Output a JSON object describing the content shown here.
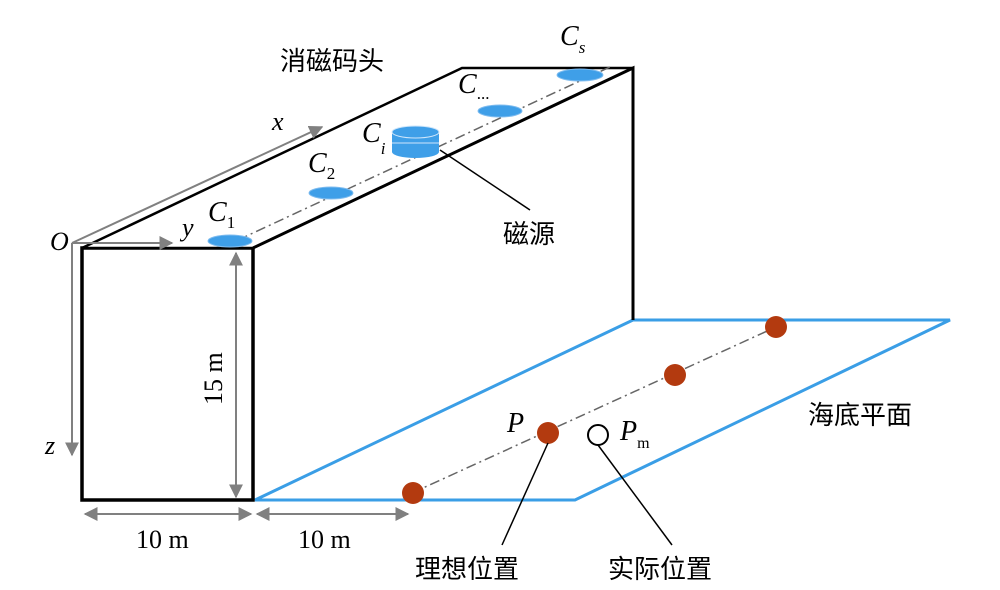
{
  "labels": {
    "wharf": "消磁码头",
    "magnetic_source": "磁源",
    "seabed": "海底平面",
    "ideal_position": "理想位置",
    "actual_position": "实际位置"
  },
  "axes": {
    "origin": "O",
    "x": "x",
    "y": "y",
    "z": "z"
  },
  "sources": {
    "c1": {
      "base": "C",
      "sub": "1"
    },
    "c2": {
      "base": "C",
      "sub": "2"
    },
    "ci": {
      "base": "C",
      "sub": "i"
    },
    "cdots": {
      "base": "C",
      "sub": "..."
    },
    "cs": {
      "base": "C",
      "sub": "s"
    }
  },
  "points": {
    "p": {
      "base": "P",
      "sub": ""
    },
    "pm": {
      "base": "P",
      "sub": "m"
    }
  },
  "dimensions": {
    "height": "15 m",
    "width": "10 m",
    "offset": "10 m"
  },
  "colors": {
    "source_fill": "#3f9fe8",
    "seabed_outline": "#3a9ee6",
    "point_fill": "#b33a0f",
    "arrow": "#808080",
    "outline": "#000000"
  }
}
